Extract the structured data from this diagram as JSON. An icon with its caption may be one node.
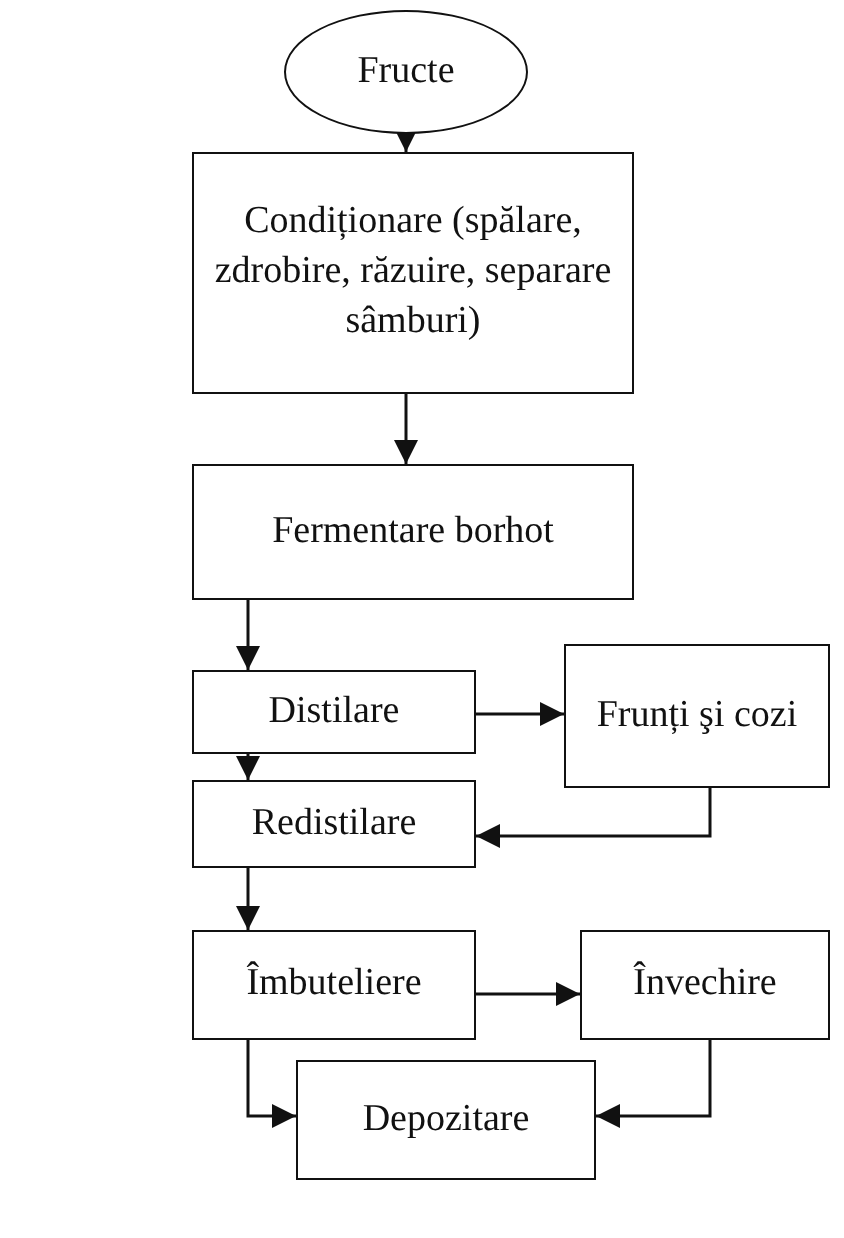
{
  "diagram": {
    "nodes": [
      {
        "text": [
          "Fructe"
        ]
      },
      {
        "text": [
          "Condiționare (spălare, zdrobire, răzuire, separare sâmburi)"
        ]
      },
      {
        "text": [
          "Fermentare borhot"
        ]
      },
      {
        "text": [
          "Distilare"
        ]
      },
      {
        "text": [
          "Frunți şi cozi"
        ]
      },
      {
        "text": [
          "Redistilare"
        ]
      },
      {
        "text": [
          "Îmbuteliere"
        ]
      },
      {
        "text": [
          "Învechire"
        ]
      },
      {
        "text": [
          "Depozitare"
        ]
      }
    ],
    "edges": [
      {
        "from": 0,
        "to": 1,
        "arrow": "to"
      },
      {
        "from": 1,
        "to": 2,
        "arrow": "to"
      },
      {
        "from": 2,
        "to": 3,
        "arrow": "to"
      },
      {
        "from": 3,
        "to": 4,
        "arrow": "to"
      },
      {
        "from": 3,
        "to": 5,
        "arrow": "to"
      },
      {
        "from": 4,
        "to": 5,
        "arrow": "to"
      },
      {
        "from": 5,
        "to": 6,
        "arrow": "to"
      },
      {
        "from": 6,
        "to": 7,
        "arrow": "to"
      },
      {
        "from": 6,
        "to": 8,
        "arrow": "to"
      },
      {
        "from": 7,
        "to": 8,
        "arrow": "to"
      }
    ]
  }
}
